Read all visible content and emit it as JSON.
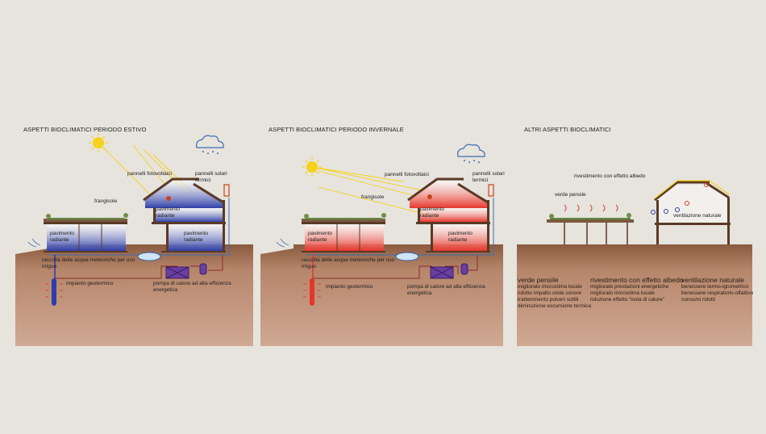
{
  "colors": {
    "background": "#e7e3dd",
    "ground": "#c89f86",
    "ground_dark": "#8a5a3f",
    "sun": "#f6d21a",
    "cold": "#2f3fa8",
    "hot": "#e6362b",
    "heat_pump": "#6a3fa0"
  },
  "panels": {
    "summer": {
      "title": "ASPETTI BIOCLIMATICI PERIODO ESTIVO",
      "label_pv": "pannelli fotovoltaici",
      "label_solar_1": "pannelli solari",
      "label_solar_2": "termici",
      "label_frangisole": "frangisole",
      "label_floor_top_1": "pavimento",
      "label_floor_top_2": "radiante",
      "label_floor_left_1": "pavimento",
      "label_floor_left_2": "radiante",
      "label_floor_right_1": "pavimento",
      "label_floor_right_2": "radiante",
      "label_rain_1": "raccolta delle acque meteoriche per uso",
      "label_rain_2": "irriguo",
      "label_geo": "impianto geotermico",
      "label_pump_1": "pompa di calore ad alta efficienza",
      "label_pump_2": "energetica"
    },
    "winter": {
      "title": "ASPETTI BIOCLIMATICI PERIODO INVERNALE",
      "label_pv": "pannelli fotovoltaici",
      "label_solar_1": "pannelli solari",
      "label_solar_2": "termici",
      "label_frangisole": "frangisole",
      "label_floor_top_1": "pavimento",
      "label_floor_top_2": "radiante",
      "label_floor_left_1": "pavimento",
      "label_floor_left_2": "radiante",
      "label_floor_right_1": "pavimento",
      "label_floor_right_2": "radiante",
      "label_rain_1": "raccolta delle acque meteoriche per uso",
      "label_rain_2": "irriguo",
      "label_geo": "impianto geotermico",
      "label_pump_1": "pompa di calore ad alta efficienza",
      "label_pump_2": "energetica"
    },
    "other": {
      "title": "ALTRI ASPETTI BIOCLIMATICI",
      "label_albedo": "rivestimento con effetto albedo",
      "label_green": "verde pensile",
      "label_vent": "ventilazione naturale",
      "tech": [
        {
          "heading": "verde pensile",
          "items": [
            "migliorato microclima locale",
            "ridotto impatto onde sonore",
            "trattenimento polveri sottili",
            "diminuzione escursione termica"
          ]
        },
        {
          "heading": "rivestimento con effetto albedo",
          "items": [
            "migliorate prestazioni energetiche",
            "migliorato microclima locale",
            "riduzione effetto “isola di calore”"
          ]
        },
        {
          "heading": "ventilazione naturale",
          "items": [
            "benessere termo-igrometrico",
            "benessere respiratorio-olfattivo",
            "consumi ridotti"
          ]
        }
      ]
    }
  }
}
